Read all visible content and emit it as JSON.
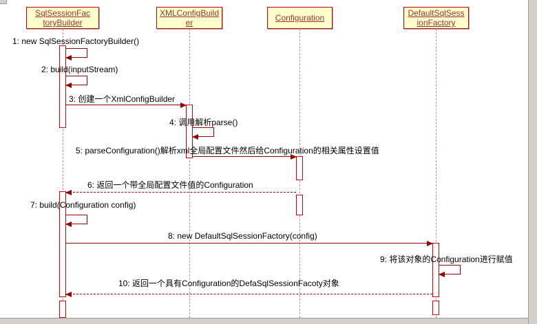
{
  "diagram": {
    "type": "uml-sequence-diagram",
    "objects": [
      {
        "name": "SqlSessionFactoryBuilder",
        "line1": "SqlSessionFac",
        "line2": "toryBuilder"
      },
      {
        "name": "XMLConfigBuilder",
        "line1": "XMLConfigBuild",
        "line2": "er"
      },
      {
        "name": "Configuration",
        "line1": "Configuration",
        "line2": ""
      },
      {
        "name": "DefaultSqlSessionFactory",
        "line1": "DefaultSqlSess",
        "line2": "ionFactory"
      }
    ],
    "messages": [
      {
        "label": "1: new SqlSessionFactoryBuilder()",
        "from": "SqlSessionFactoryBuilder",
        "to": "SqlSessionFactoryBuilder",
        "kind": "self"
      },
      {
        "label": "2: build(inputStream)",
        "from": "SqlSessionFactoryBuilder",
        "to": "SqlSessionFactoryBuilder",
        "kind": "self"
      },
      {
        "label": "3: 创建一个XmlConfigBuilder",
        "from": "SqlSessionFactoryBuilder",
        "to": "XMLConfigBuilder",
        "kind": "call"
      },
      {
        "label": "4: 调用解析parse()",
        "from": "XMLConfigBuilder",
        "to": "XMLConfigBuilder",
        "kind": "self"
      },
      {
        "label": "5: parseConfiguration()解析xml全局配置文件然后给Configuration的相关属性设置值",
        "from": "XMLConfigBuilder",
        "to": "Configuration",
        "kind": "call"
      },
      {
        "label": "6: 返回一个带全局配置文件值的Configuration",
        "from": "Configuration",
        "to": "SqlSessionFactoryBuilder",
        "kind": "return"
      },
      {
        "label": "7: build(Configuration config)",
        "from": "SqlSessionFactoryBuilder",
        "to": "SqlSessionFactoryBuilder",
        "kind": "self"
      },
      {
        "label": "8: new DefaultSqlSessionFactory(config)",
        "from": "SqlSessionFactoryBuilder",
        "to": "DefaultSqlSessionFactory",
        "kind": "call"
      },
      {
        "label": "9: 将该对象的Configuration进行赋值",
        "from": "DefaultSqlSessionFactory",
        "to": "DefaultSqlSessionFactory",
        "kind": "self"
      },
      {
        "label": "10: 返回一个具有Configuration的DefaSqlSessionFacoty对象",
        "from": "DefaultSqlSessionFactory",
        "to": "SqlSessionFactoryBuilder",
        "kind": "return"
      }
    ],
    "colors": {
      "box_fill": "#ffffcc",
      "box_border": "#cc0000",
      "object_text": "#993333",
      "line": "#990000",
      "lifeline": "#cc8888",
      "message_text": "#000000",
      "scrollbar": "#d4d0c8"
    }
  }
}
